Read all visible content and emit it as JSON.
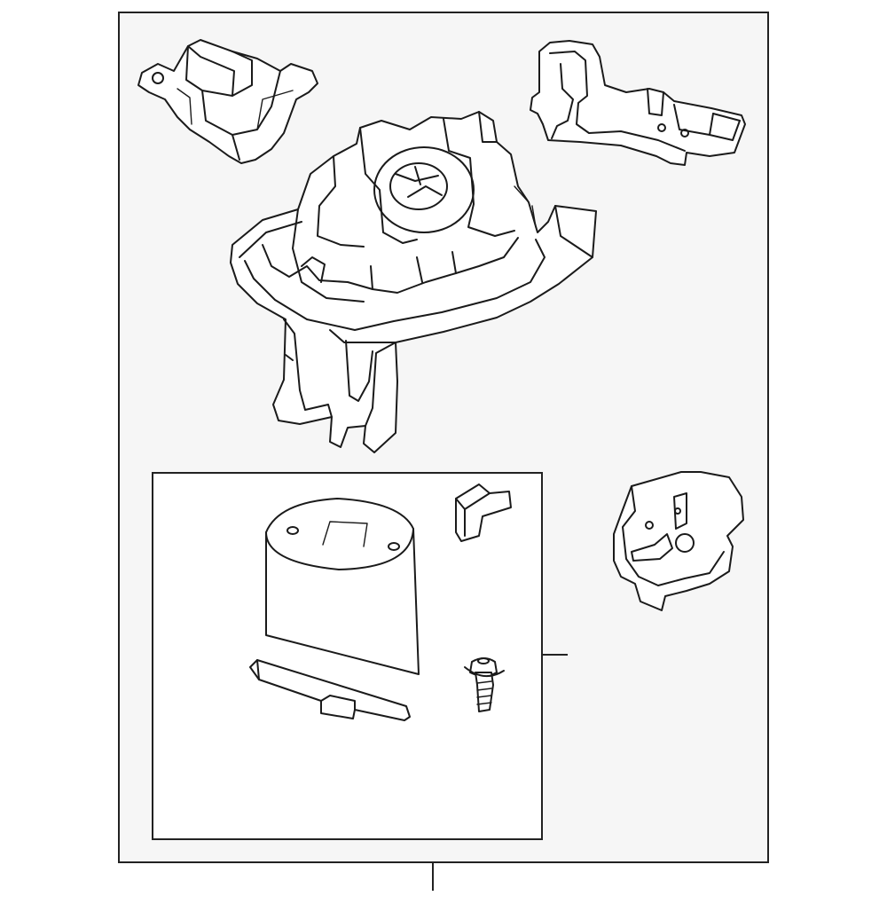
{
  "diagram": {
    "kind": "exploded parts diagram",
    "colors": {
      "line": "#1a1a1a",
      "background": "#ffffff",
      "frame": "#222222"
    },
    "parts": [
      "motor-mount",
      "bracket-plate",
      "mirror-base-housing",
      "inner-subassembly",
      "cover-cap",
      "small-clip",
      "seal-strip",
      "screw",
      "gasket-pad"
    ]
  }
}
